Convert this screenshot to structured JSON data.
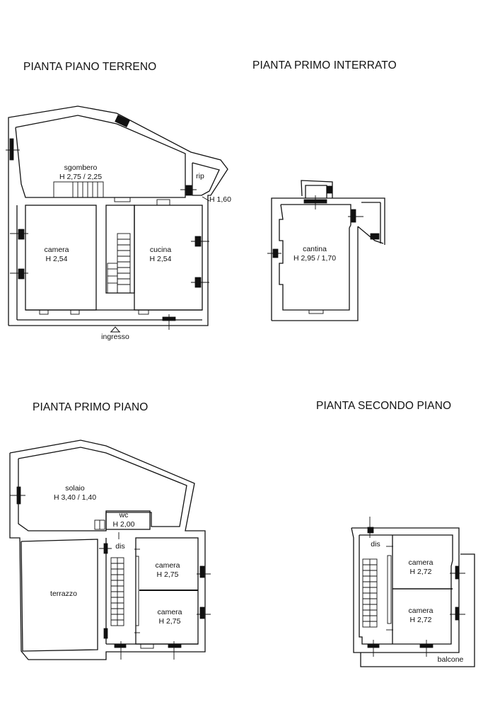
{
  "plans": [
    {
      "title": "PIANTA PIANO TERRENO",
      "rooms": [
        {
          "name": "sgombero",
          "height": "H 2,75 / 2,25"
        },
        {
          "name": "rip",
          "height": "H 1,60"
        },
        {
          "name": "camera",
          "height": "H 2,54"
        },
        {
          "name": "cucina",
          "height": "H 2,54"
        }
      ],
      "entrance": "ingresso"
    },
    {
      "title": "PIANTA PRIMO INTERRATO",
      "rooms": [
        {
          "name": "cantina",
          "height": "H 2,95 / 1,70"
        }
      ]
    },
    {
      "title": "PIANTA PRIMO PIANO",
      "rooms": [
        {
          "name": "solaio",
          "height": "H 3,40 / 1,40"
        },
        {
          "name": "wc",
          "height": "H 2,00"
        },
        {
          "name": "dis",
          "height": ""
        },
        {
          "name": "terrazzo",
          "height": ""
        },
        {
          "name": "camera",
          "height": "H 2,75"
        },
        {
          "name": "camera",
          "height": "H 2,75"
        }
      ]
    },
    {
      "title": "PIANTA SECONDO PIANO",
      "rooms": [
        {
          "name": "dis",
          "height": ""
        },
        {
          "name": "camera",
          "height": "H 2,72"
        },
        {
          "name": "camera",
          "height": "H 2,72"
        },
        {
          "name": "balcone",
          "height": ""
        }
      ]
    }
  ]
}
